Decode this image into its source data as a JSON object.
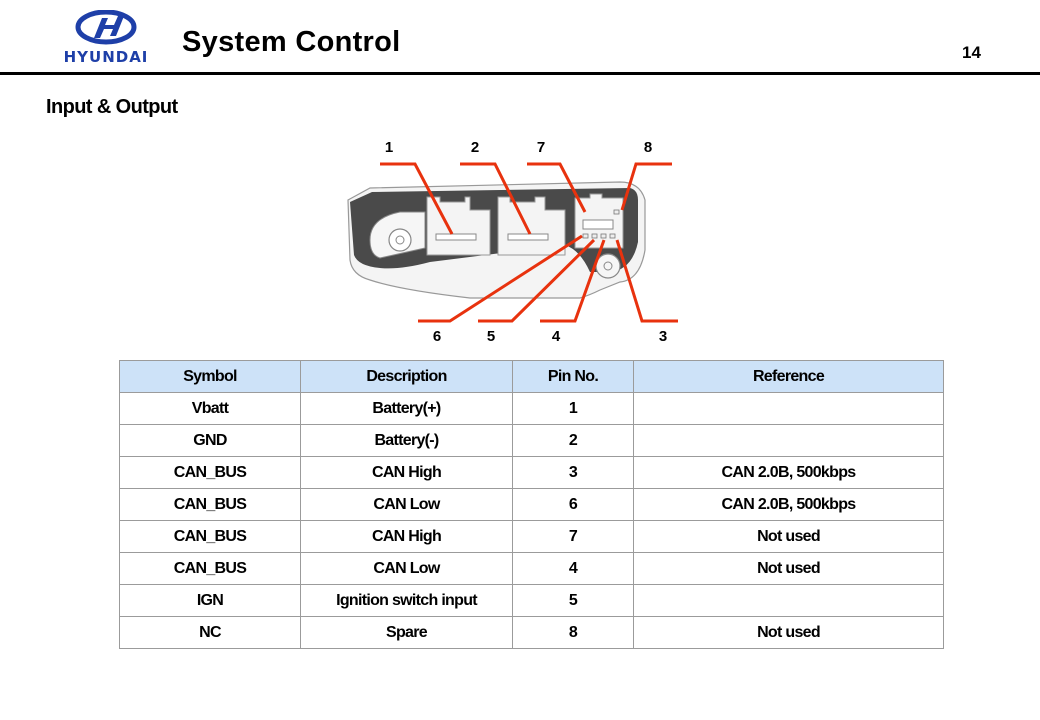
{
  "header": {
    "brand": "HYUNDAI",
    "title": "System Control",
    "page_number": "14"
  },
  "section_title": "Input & Output",
  "diagram": {
    "callouts_top": [
      "1",
      "2",
      "7",
      "8"
    ],
    "callouts_bottom": [
      "6",
      "5",
      "4",
      "3"
    ],
    "callout_color": "#e8320e"
  },
  "table": {
    "columns": [
      "Symbol",
      "Description",
      "Pin No.",
      "Reference"
    ],
    "header_color": "#cde2f8",
    "rows": [
      {
        "symbol": "Vbatt",
        "description": "Battery(+)",
        "pin": "1",
        "reference": ""
      },
      {
        "symbol": "GND",
        "description": "Battery(-)",
        "pin": "2",
        "reference": ""
      },
      {
        "symbol": "CAN_BUS",
        "description": "CAN High",
        "pin": "3",
        "reference": "CAN 2.0B, 500kbps"
      },
      {
        "symbol": "CAN_BUS",
        "description": "CAN Low",
        "pin": "6",
        "reference": "CAN 2.0B, 500kbps"
      },
      {
        "symbol": "CAN_BUS",
        "description": "CAN High",
        "pin": "7",
        "reference": "Not used"
      },
      {
        "symbol": "CAN_BUS",
        "description": "CAN Low",
        "pin": "4",
        "reference": "Not used"
      },
      {
        "symbol": "IGN",
        "description": "Ignition switch input",
        "pin": "5",
        "reference": ""
      },
      {
        "symbol": "NC",
        "description": "Spare",
        "pin": "8",
        "reference": "Not used"
      }
    ]
  }
}
